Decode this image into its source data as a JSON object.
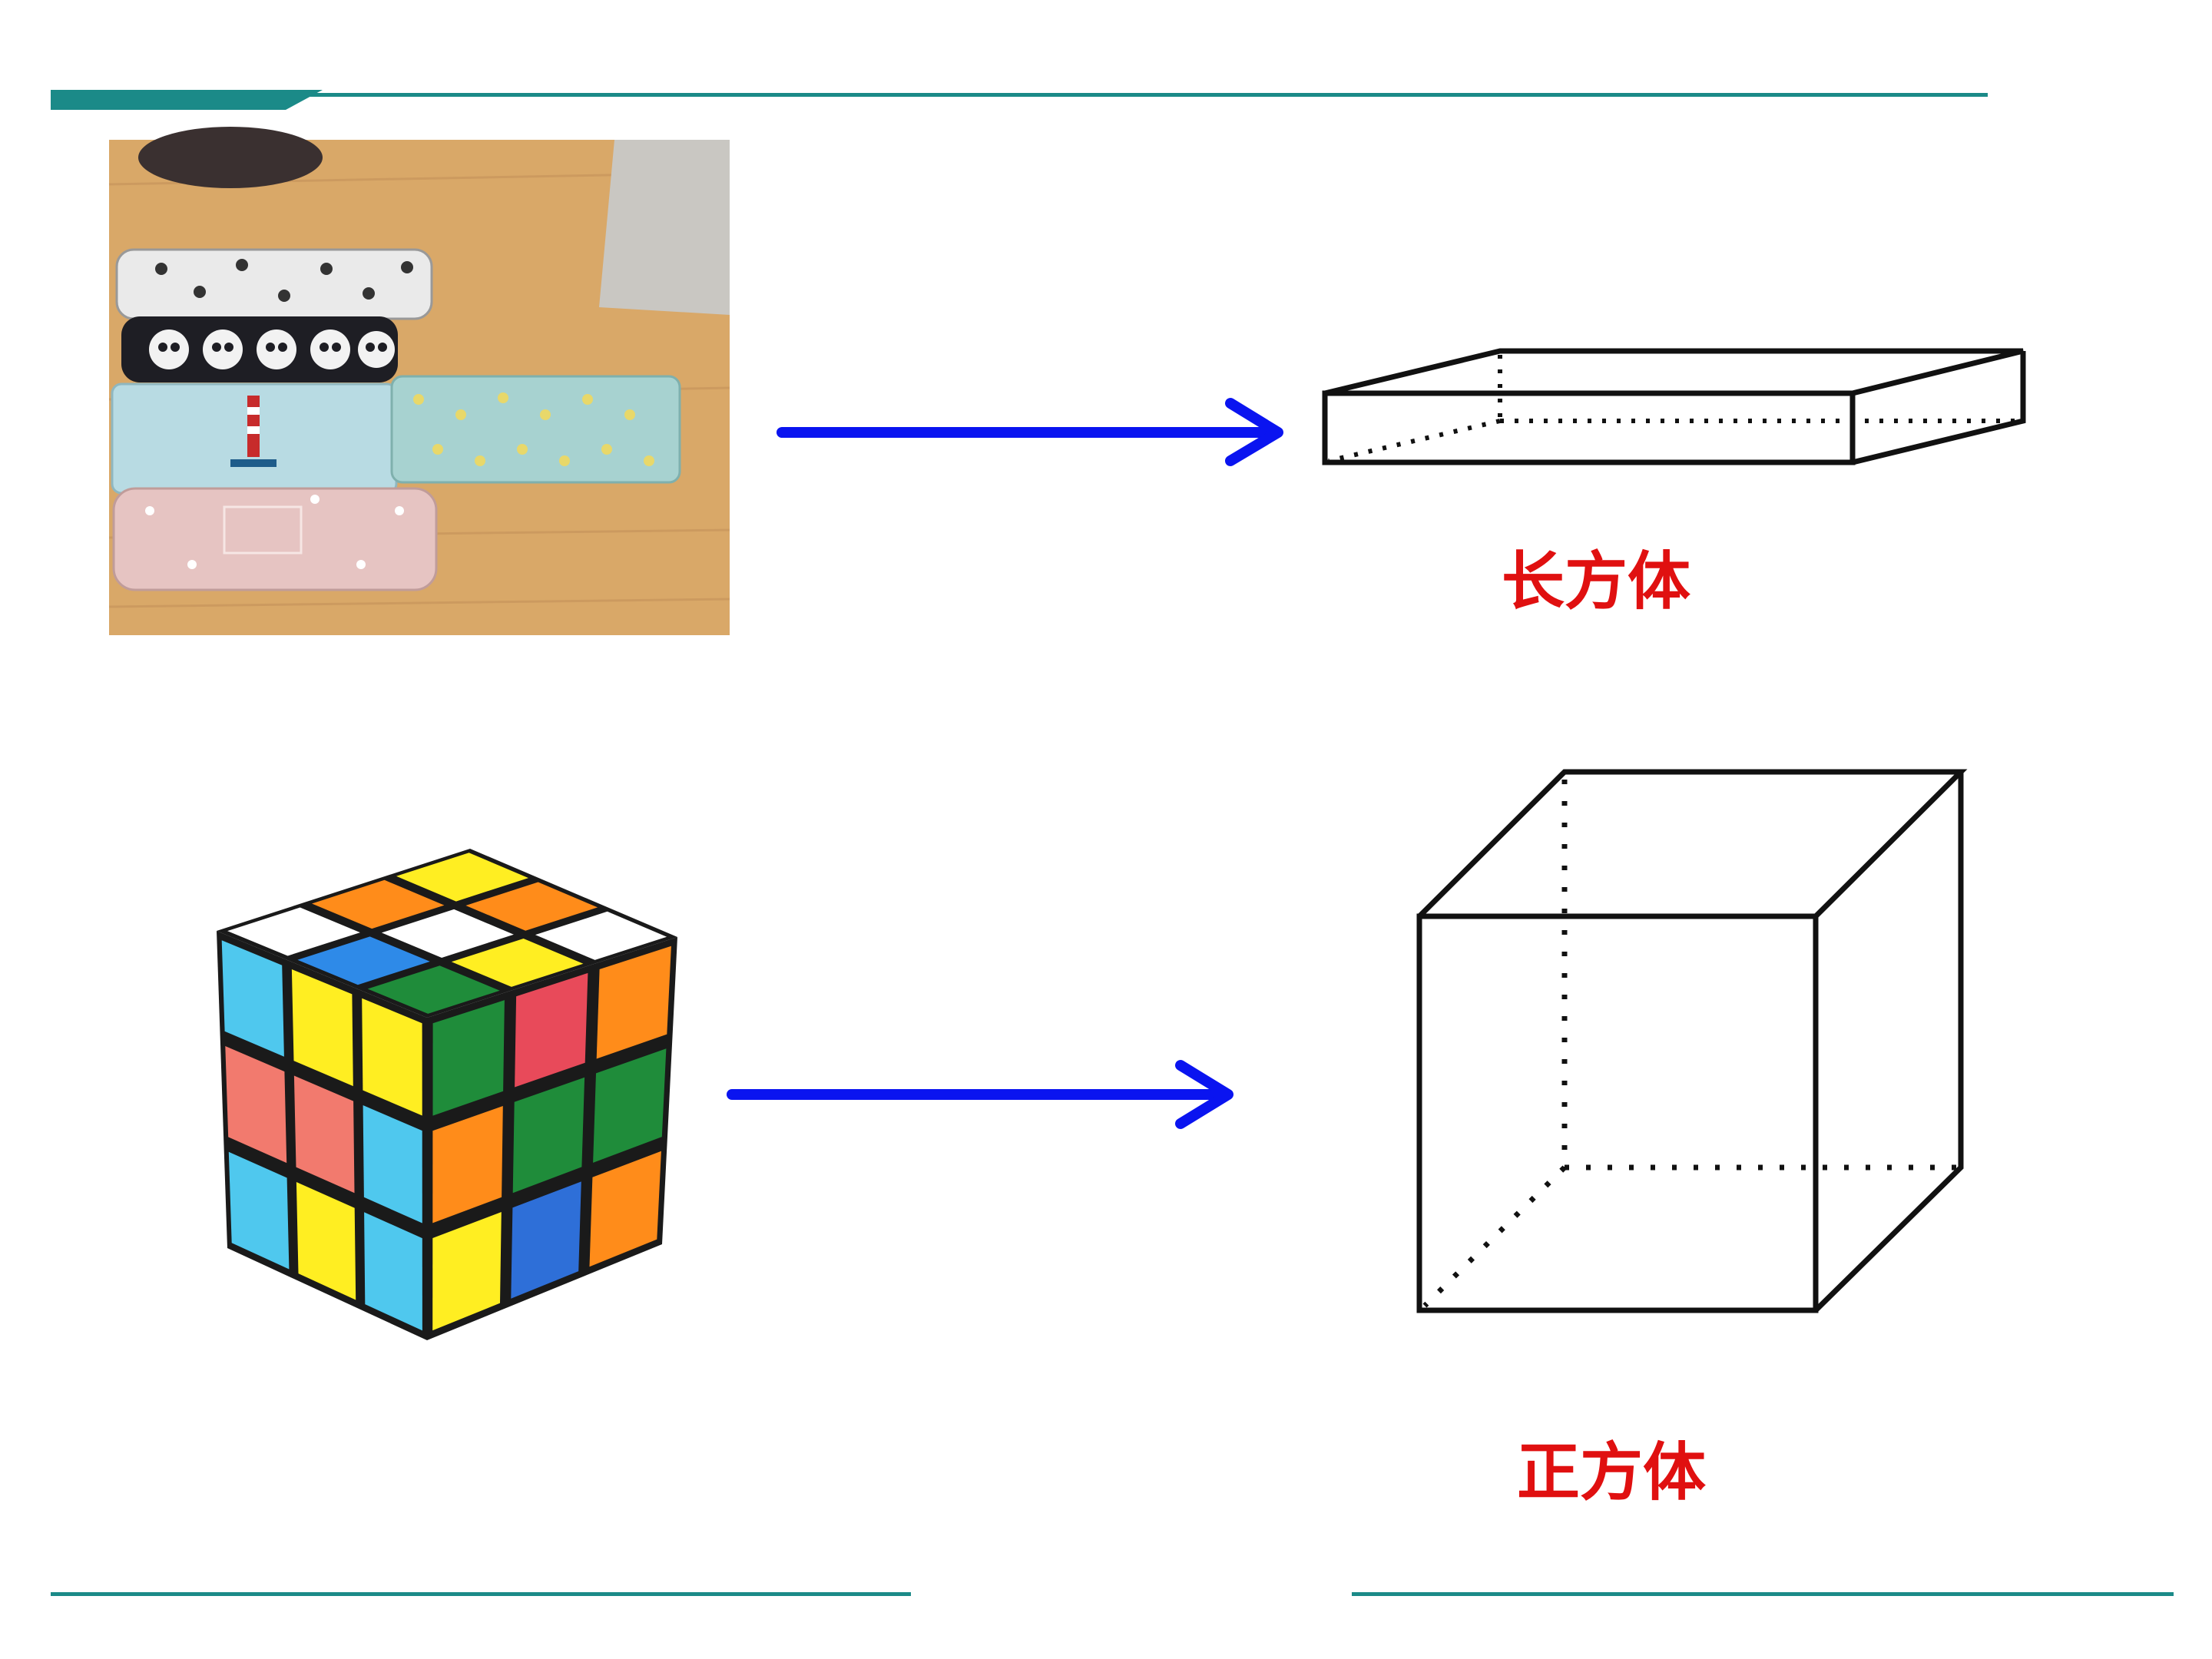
{
  "colors": {
    "accent_line": "#1b8a88",
    "arrow": "#0a14f0",
    "label": "#e01010",
    "figure_stroke": "#111111",
    "desk": "#d9a868",
    "desk_dark": "#b98a4f",
    "cube_dark": "#1a1a1a"
  },
  "sections": [
    {
      "photo_icon": "pencil-cases-photo",
      "arrow_icon": "right-arrow-icon",
      "figure_icon": "cuboid-outline-icon",
      "label": "长方体"
    },
    {
      "photo_icon": "rubiks-cube-photo",
      "arrow_icon": "right-arrow-icon",
      "figure_icon": "cube-outline-icon",
      "label": "正方体"
    }
  ],
  "rubik": {
    "top": [
      [
        "#ffee22",
        "#ff8c1a",
        "#ffffff"
      ],
      [
        "#ff8c1a",
        "#ffffff",
        "#ffee22"
      ],
      [
        "#ffffff",
        "#2e8ae8",
        "#1f8c3a"
      ]
    ],
    "left": [
      [
        "#4fc8ee",
        "#ffee22",
        "#ffee22"
      ],
      [
        "#f27a6e",
        "#f27a6e",
        "#4fc8ee"
      ],
      [
        "#4fc8ee",
        "#ffee22",
        "#4fc8ee"
      ]
    ],
    "right": [
      [
        "#1f8c3a",
        "#e84a5a",
        "#ff8c1a"
      ],
      [
        "#ff8c1a",
        "#1f8c3a",
        "#1f8c3a"
      ],
      [
        "#ffee22",
        "#2e6fd8",
        "#ff8c1a"
      ]
    ]
  }
}
